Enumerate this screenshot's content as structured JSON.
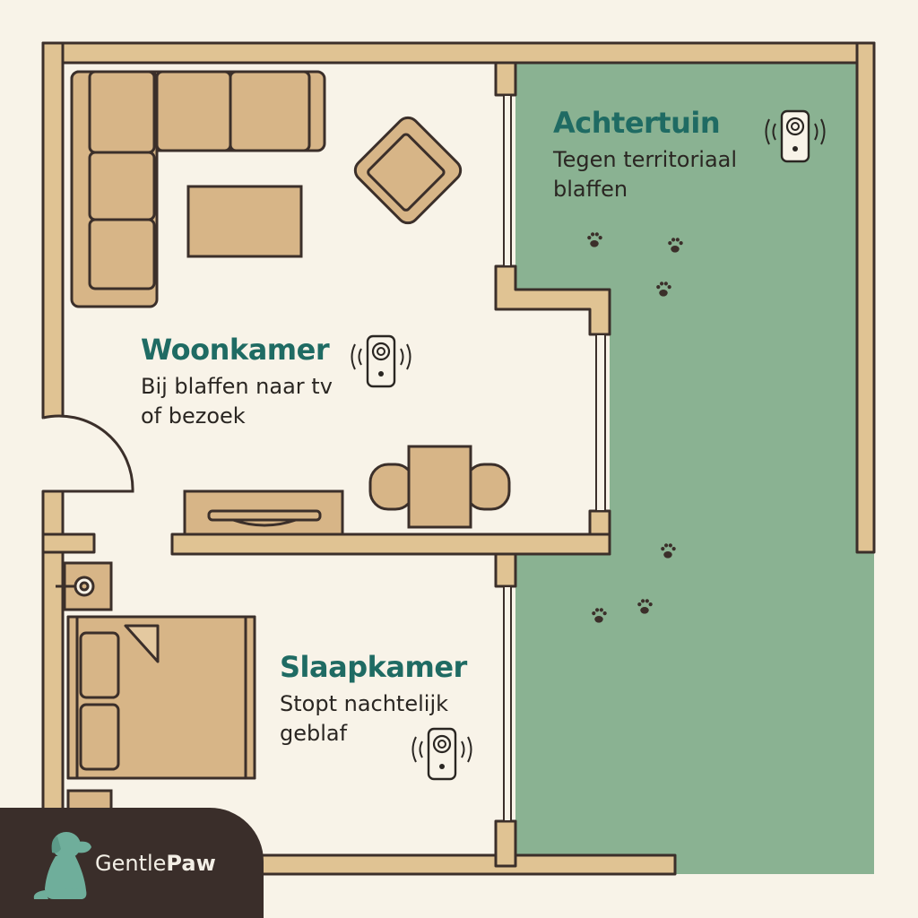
{
  "rooms": {
    "backyard": {
      "title": "Achtertuin",
      "description": "Tegen territoriaal blaffen"
    },
    "living_room": {
      "title": "Woonkamer",
      "description": "Bij blaffen naar tv of bezoek"
    },
    "bedroom": {
      "title": "Slaapkamer",
      "description": "Stopt nachtelijk geblaf"
    }
  },
  "brand": {
    "name_regular": "Gentle",
    "name_bold": "Paw",
    "logo_icon": "dog-sitting-icon"
  },
  "device_icon": "ultrasonic-bark-device-icon",
  "colors": {
    "background": "#f8f3e8",
    "wall": "#e0c393",
    "wall_outline": "#3b2f2a",
    "furniture": "#d7b587",
    "garden": "#8ab292",
    "title": "#1f6b63",
    "brand_bg": "#3a2e2a",
    "brand_accent": "#6fae9b"
  }
}
